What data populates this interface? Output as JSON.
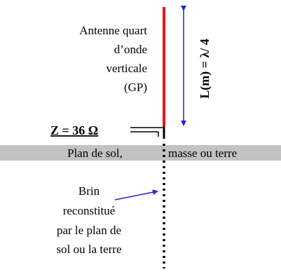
{
  "antenna_label": {
    "line1": "Antenne quart",
    "line2": "d’onde",
    "line3": "verticale",
    "line4": "(GP)"
  },
  "impedance_label": "Z = 36 Ω",
  "length_label": "L(m) = λ/ 4",
  "ground_label": {
    "left": "Plan de sol,",
    "right": "masse ou terre"
  },
  "image_label": {
    "line1": "Brin",
    "line2": "reconstitué",
    "line3": "par le plan de",
    "line4": "sol ou la terre"
  },
  "colors": {
    "antenna": "#e8141c",
    "arrow": "#2626d9",
    "ground": "#c2c2c2",
    "text": "#000000"
  }
}
